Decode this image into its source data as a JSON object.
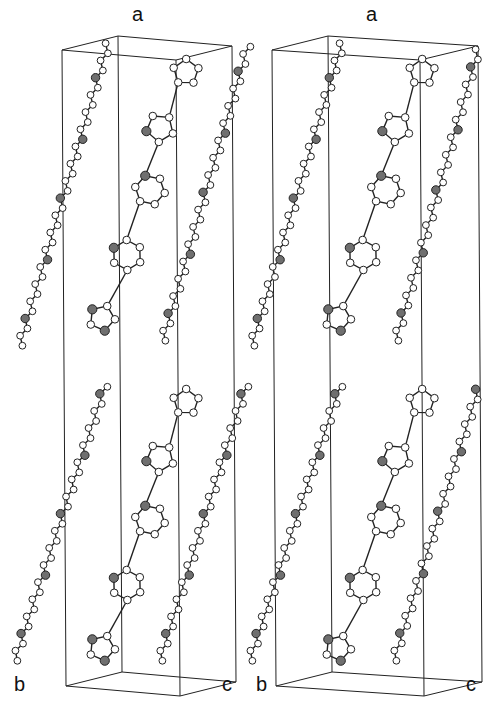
{
  "diagram": {
    "labels": [
      "a",
      "a",
      "b",
      "c",
      "b",
      "c"
    ]
  }
}
